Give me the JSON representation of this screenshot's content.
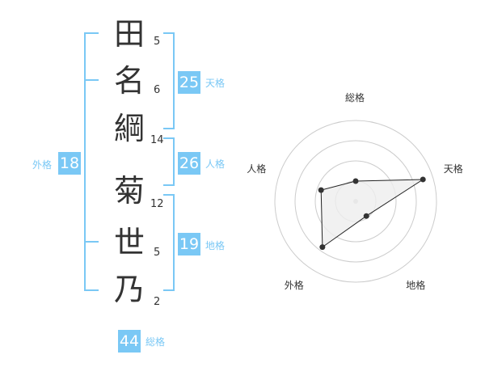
{
  "name": {
    "characters": [
      {
        "char": "田",
        "strokes": "5"
      },
      {
        "char": "名",
        "strokes": "6"
      },
      {
        "char": "綱",
        "strokes": "14"
      },
      {
        "char": "菊",
        "strokes": "12"
      },
      {
        "char": "世",
        "strokes": "5"
      },
      {
        "char": "乃",
        "strokes": "2"
      }
    ]
  },
  "fortune": {
    "tenkaku": {
      "value": "25",
      "label": "天格"
    },
    "jinkaku": {
      "value": "26",
      "label": "人格"
    },
    "chikaku": {
      "value": "19",
      "label": "地格"
    },
    "gaikaku": {
      "value": "18",
      "label": "外格"
    },
    "soukaku": {
      "value": "44",
      "label": "総格"
    }
  },
  "colors": {
    "accent": "#7ac8f5",
    "text": "#333333",
    "grid": "#cccccc",
    "fill": "#eeeeee"
  },
  "chart_data": {
    "type": "radar",
    "axes": [
      "総格",
      "天格",
      "地格",
      "外格",
      "人格"
    ],
    "values": [
      1.0,
      3.5,
      0.9,
      2.8,
      1.8
    ],
    "range": [
      0,
      4
    ],
    "rings": 4
  }
}
